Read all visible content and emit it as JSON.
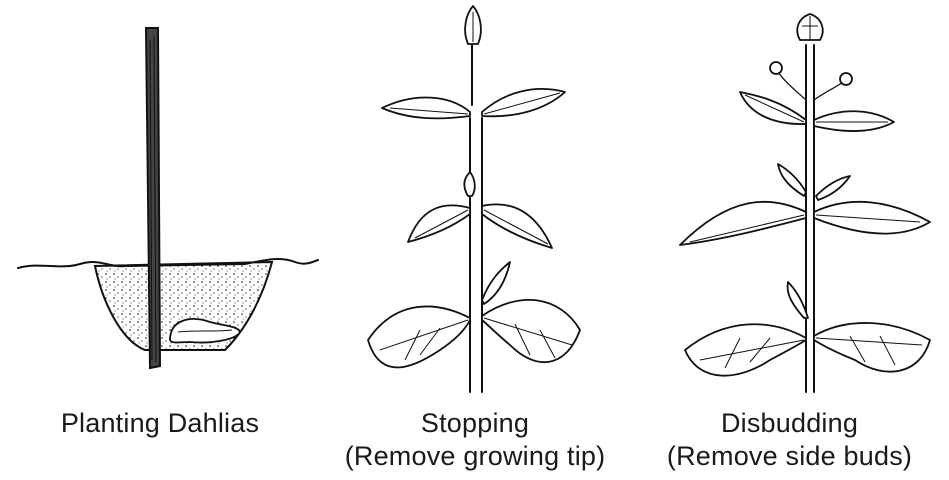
{
  "panels": [
    {
      "caption_line1": "Planting Dahlias",
      "caption_line2": ""
    },
    {
      "caption_line1": "Stopping",
      "caption_line2": "(Remove growing tip)"
    },
    {
      "caption_line1": "Disbudding",
      "caption_line2": "(Remove side buds)"
    }
  ]
}
